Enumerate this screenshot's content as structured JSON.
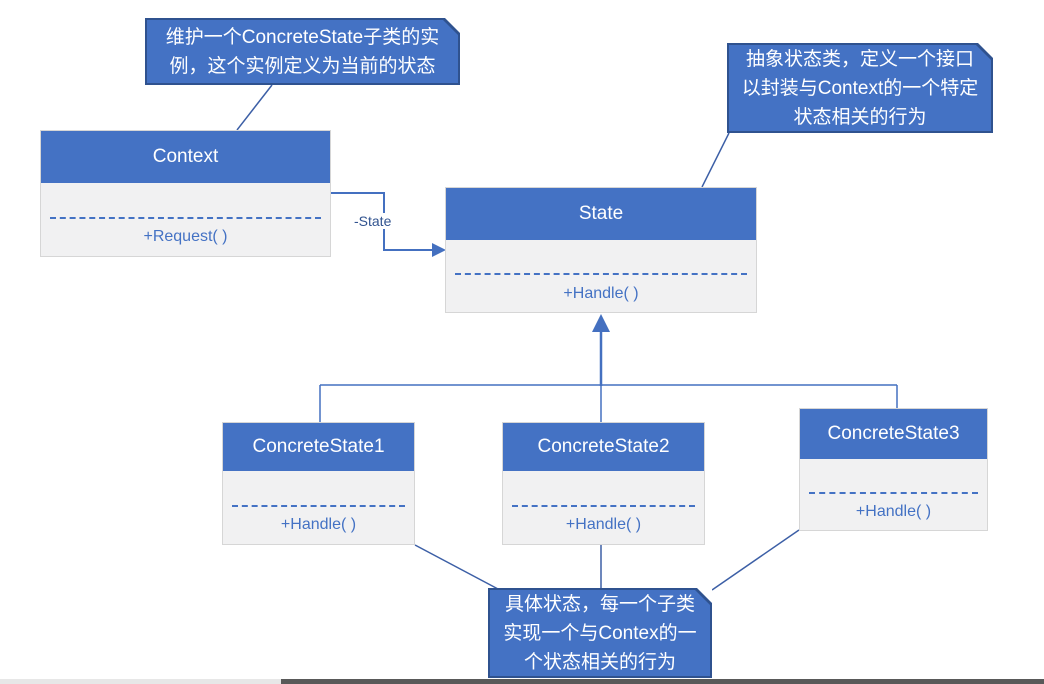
{
  "diagram": {
    "title": "State pattern UML diagram",
    "colors": {
      "accent": "#4472C4",
      "note_border": "#2F528F",
      "class_body_fill": "#F1F1F2",
      "class_body_border": "#D6D6D6",
      "method_text": "#4472C4",
      "connector": "#4470C0",
      "scroll_light": "#E7E7E7",
      "scroll_dark": "#595959"
    }
  },
  "notes": [
    {
      "id": "context-note",
      "lines": [
        "维护一个ConcreteState子类的实",
        "例，这个实例定义为当前的状态"
      ]
    },
    {
      "id": "state-note",
      "lines": [
        "抽象状态类，定义一个接口",
        "以封装与Context的一个特定",
        "状态相关的行为"
      ]
    },
    {
      "id": "concrete-note",
      "lines": [
        "具体状态，每一个子类",
        "实现一个与Contex的一",
        "个状态相关的行为"
      ]
    }
  ],
  "classes": [
    {
      "name": "Context",
      "method": "+Request( )"
    },
    {
      "name": "State",
      "method": "+Handle( )"
    },
    {
      "name": "ConcreteState1",
      "method": "+Handle( )"
    },
    {
      "name": "ConcreteState2",
      "method": "+Handle( )"
    },
    {
      "name": "ConcreteState3",
      "method": "+Handle( )"
    }
  ],
  "labels": {
    "association": "-State"
  }
}
